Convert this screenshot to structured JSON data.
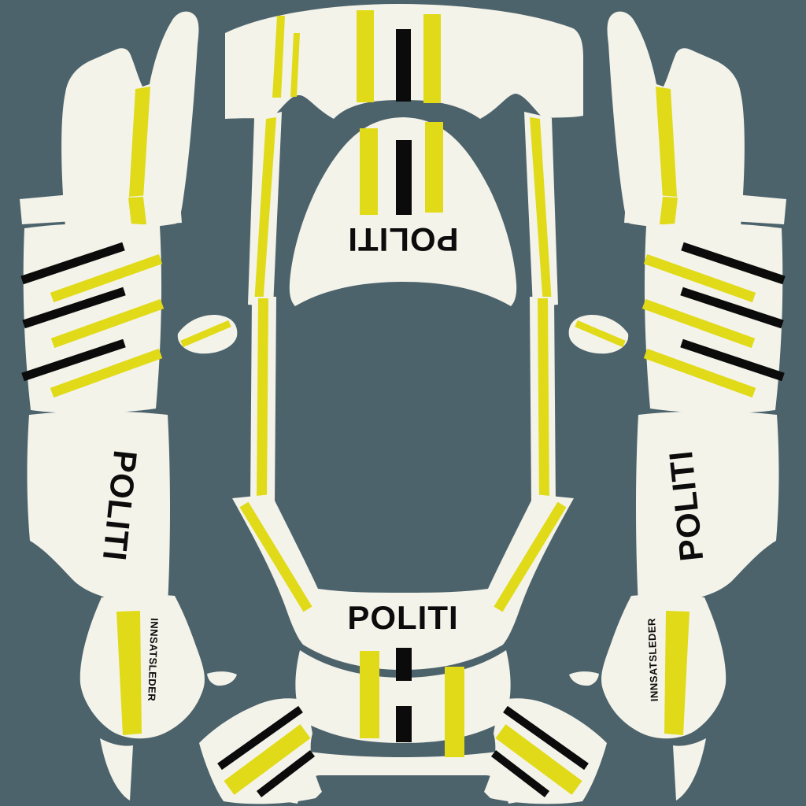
{
  "colors": {
    "bg": "#4d636c",
    "panel": "#f4f3ea",
    "stripe_yellow": "#e0da18",
    "stripe_black": "#0b0b0b",
    "text": "#0c0c0c"
  },
  "labels": {
    "hood": "POLITI",
    "left_door": "POLITI",
    "right_door": "POLITI",
    "rear": "POLITI",
    "left_rocker": "INNSATSLEDER",
    "right_rocker": "INNSATSLEDER"
  }
}
